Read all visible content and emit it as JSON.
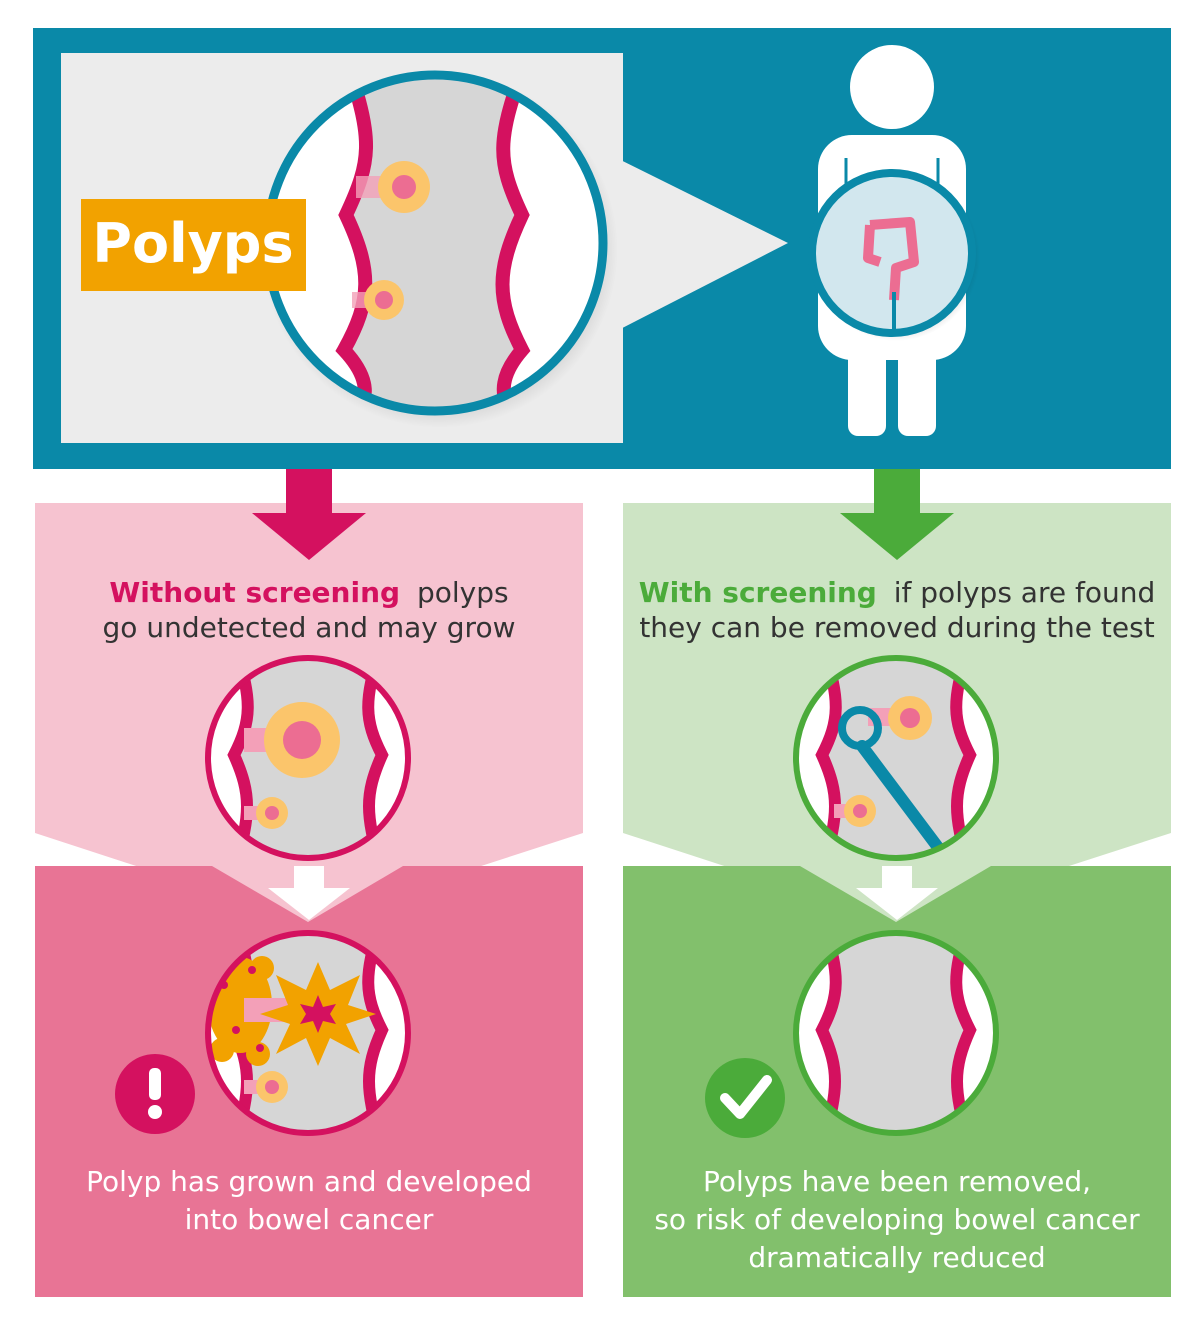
{
  "header": {
    "title": "Polyps"
  },
  "left_panel": {
    "highlight": "Without screening",
    "intro_rest": "polyps",
    "intro_line2": "go undetected and may grow",
    "outcome_line1": "Polyp has grown and developed",
    "outcome_line2": "into bowel cancer"
  },
  "right_panel": {
    "highlight": "With screening",
    "intro_rest": "if polyps are found",
    "intro_line2": "they can be removed during the test",
    "outcome_line1": "Polyps have been removed,",
    "outcome_line2": "so risk of developing bowel cancer",
    "outcome_line3": "dramatically reduced"
  },
  "colors": {
    "teal": "#0a89a8",
    "light_gray_panel": "#ececec",
    "wall_gray": "#d6d6d6",
    "magenta": "#d4115f",
    "pink_light": "#f6c3d0",
    "pink_dark": "#e87495",
    "green": "#4bab3a",
    "green_light": "#cde4c4",
    "green_dark": "#82c06c",
    "orange": "#f2a200",
    "polyp_yellow": "#fbc56b",
    "polyp_pink": "#ec6d92"
  },
  "icons": {
    "warning": "exclamation-icon",
    "check": "checkmark-icon"
  }
}
